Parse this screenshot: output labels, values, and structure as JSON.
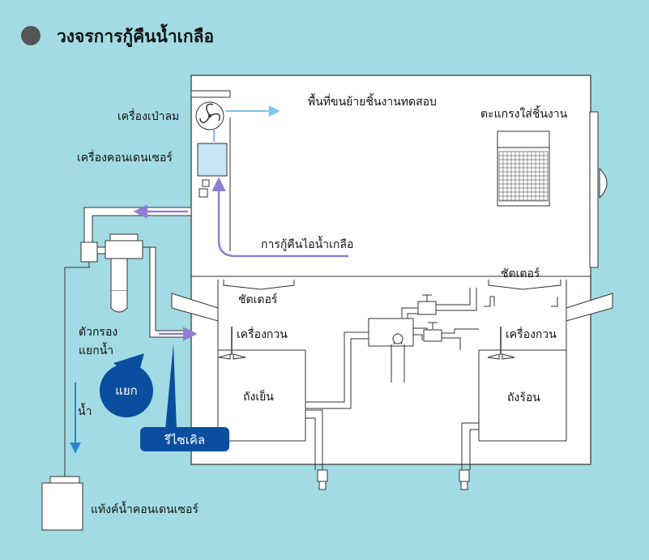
{
  "title": "วงจรการกู้คืนน้ำเกลือ",
  "labels": {
    "blower": "เครื่องเป่าลม",
    "test_area": "พื้นที่ขนย้ายชิ้นงานทดสอบ",
    "specimen_rack": "ตะแกรงใส่ชิ้นงาน",
    "condenser": "เครื่องคอนเดนเซอร์",
    "salt_mist_recovery": "การกู้คืนไอน้ำเกลือ",
    "shutter_left": "ชัตเตอร์",
    "shutter_right": "ชัตเตอร์",
    "stirrer_left": "เครื่องกวน",
    "stirrer_right": "เครื่องกวน",
    "filter": "ตัวกรอง",
    "water_separator": "แยกน้ำ",
    "water": "น้ำ",
    "cold_tank": "ถังเย็น",
    "hot_tank": "ถังร้อน",
    "condensate_tank": "แท้งค์น้ำคอนเดนเซอร์",
    "separate_badge": "แยก",
    "recycle_badge": "รีไซเคิล"
  },
  "colors": {
    "background": "#a2dbe3",
    "chamber": "#ffffff",
    "outline": "#333333",
    "badge": "#0a4ea0",
    "arrow_air": "#7fc4ea",
    "arrow_return": "#8f7fd0",
    "arrow_water": "#2a86d0"
  }
}
